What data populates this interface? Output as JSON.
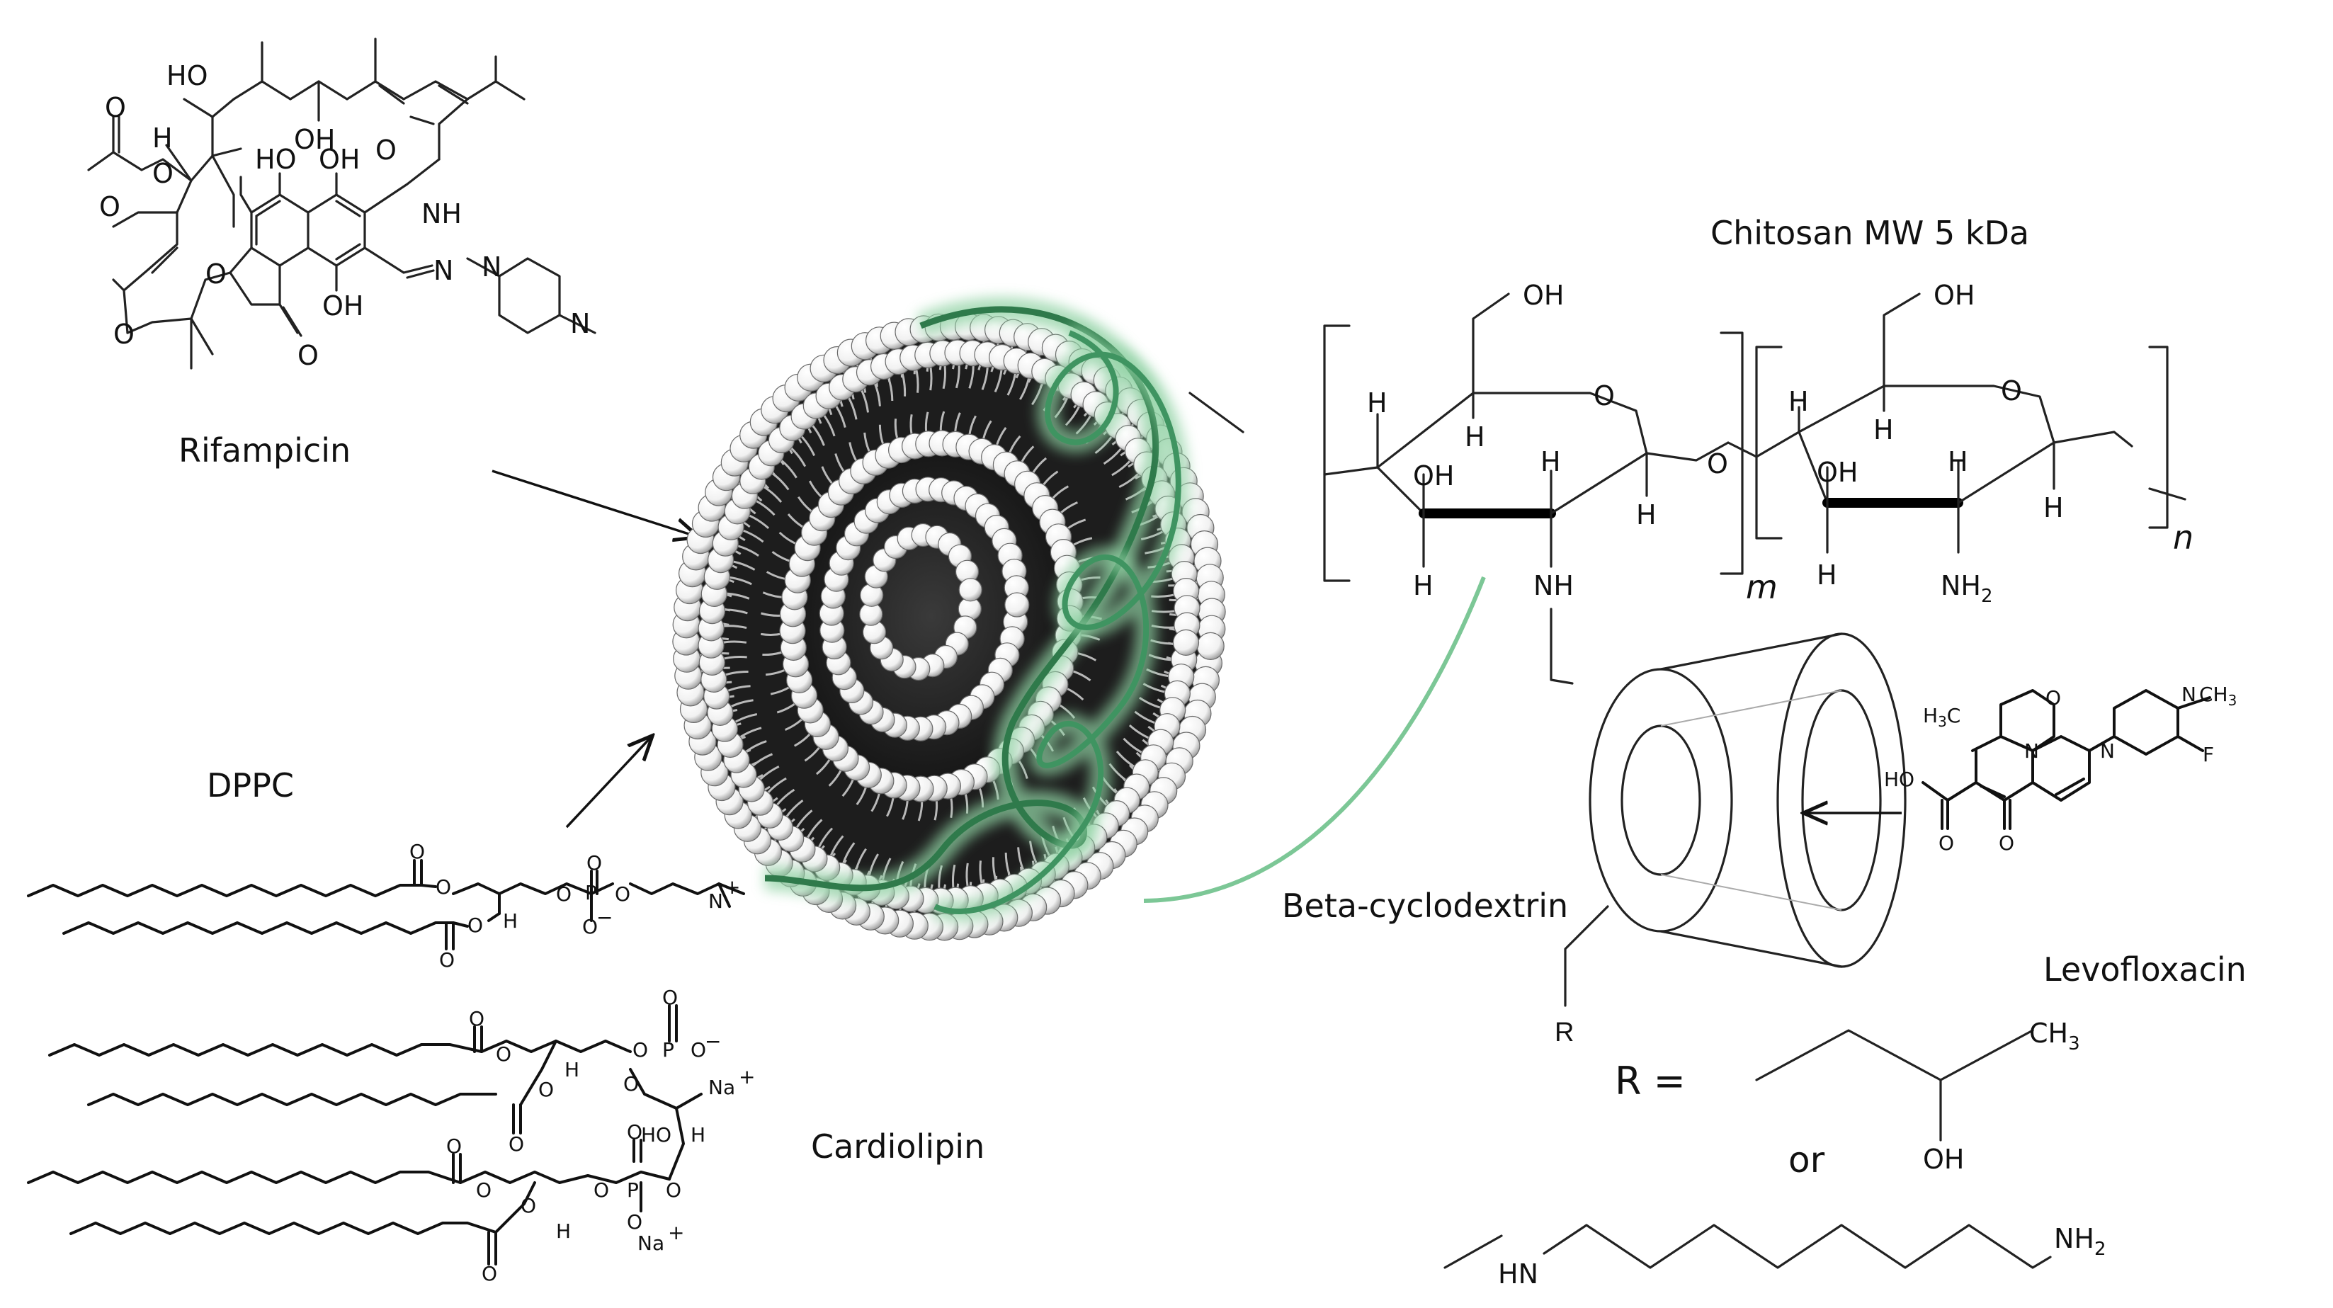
{
  "labels": {
    "rifampicin": "Rifampicin",
    "dppc": "DPPC",
    "cardiolipin": "Cardiolipin",
    "chitosan": "Chitosan MW 5 kDa",
    "beta_cyclodextrin": "Beta-cyclodextrin",
    "levofloxacin": "Levofloxacin",
    "r_equals": "R =",
    "or": "or",
    "sub_m": "m",
    "sub_n": "n"
  },
  "atoms": {
    "oh": "OH",
    "ho": "HO",
    "o": "O",
    "h": "H",
    "nh": "NH",
    "nh2": "NH",
    "two": "2",
    "hn": "HN",
    "n": "N",
    "f": "F",
    "ch3": "CH",
    "three": "3",
    "h3c": "H",
    "c_sym": "C",
    "r": "R",
    "na": "Na",
    "plus": "+",
    "minus": "−",
    "p": "P"
  },
  "colors": {
    "accent_green": "#4fa66d",
    "green_light": "#8fd1a3",
    "ink": "#111111",
    "membrane_dark": "#2b2b2b"
  }
}
